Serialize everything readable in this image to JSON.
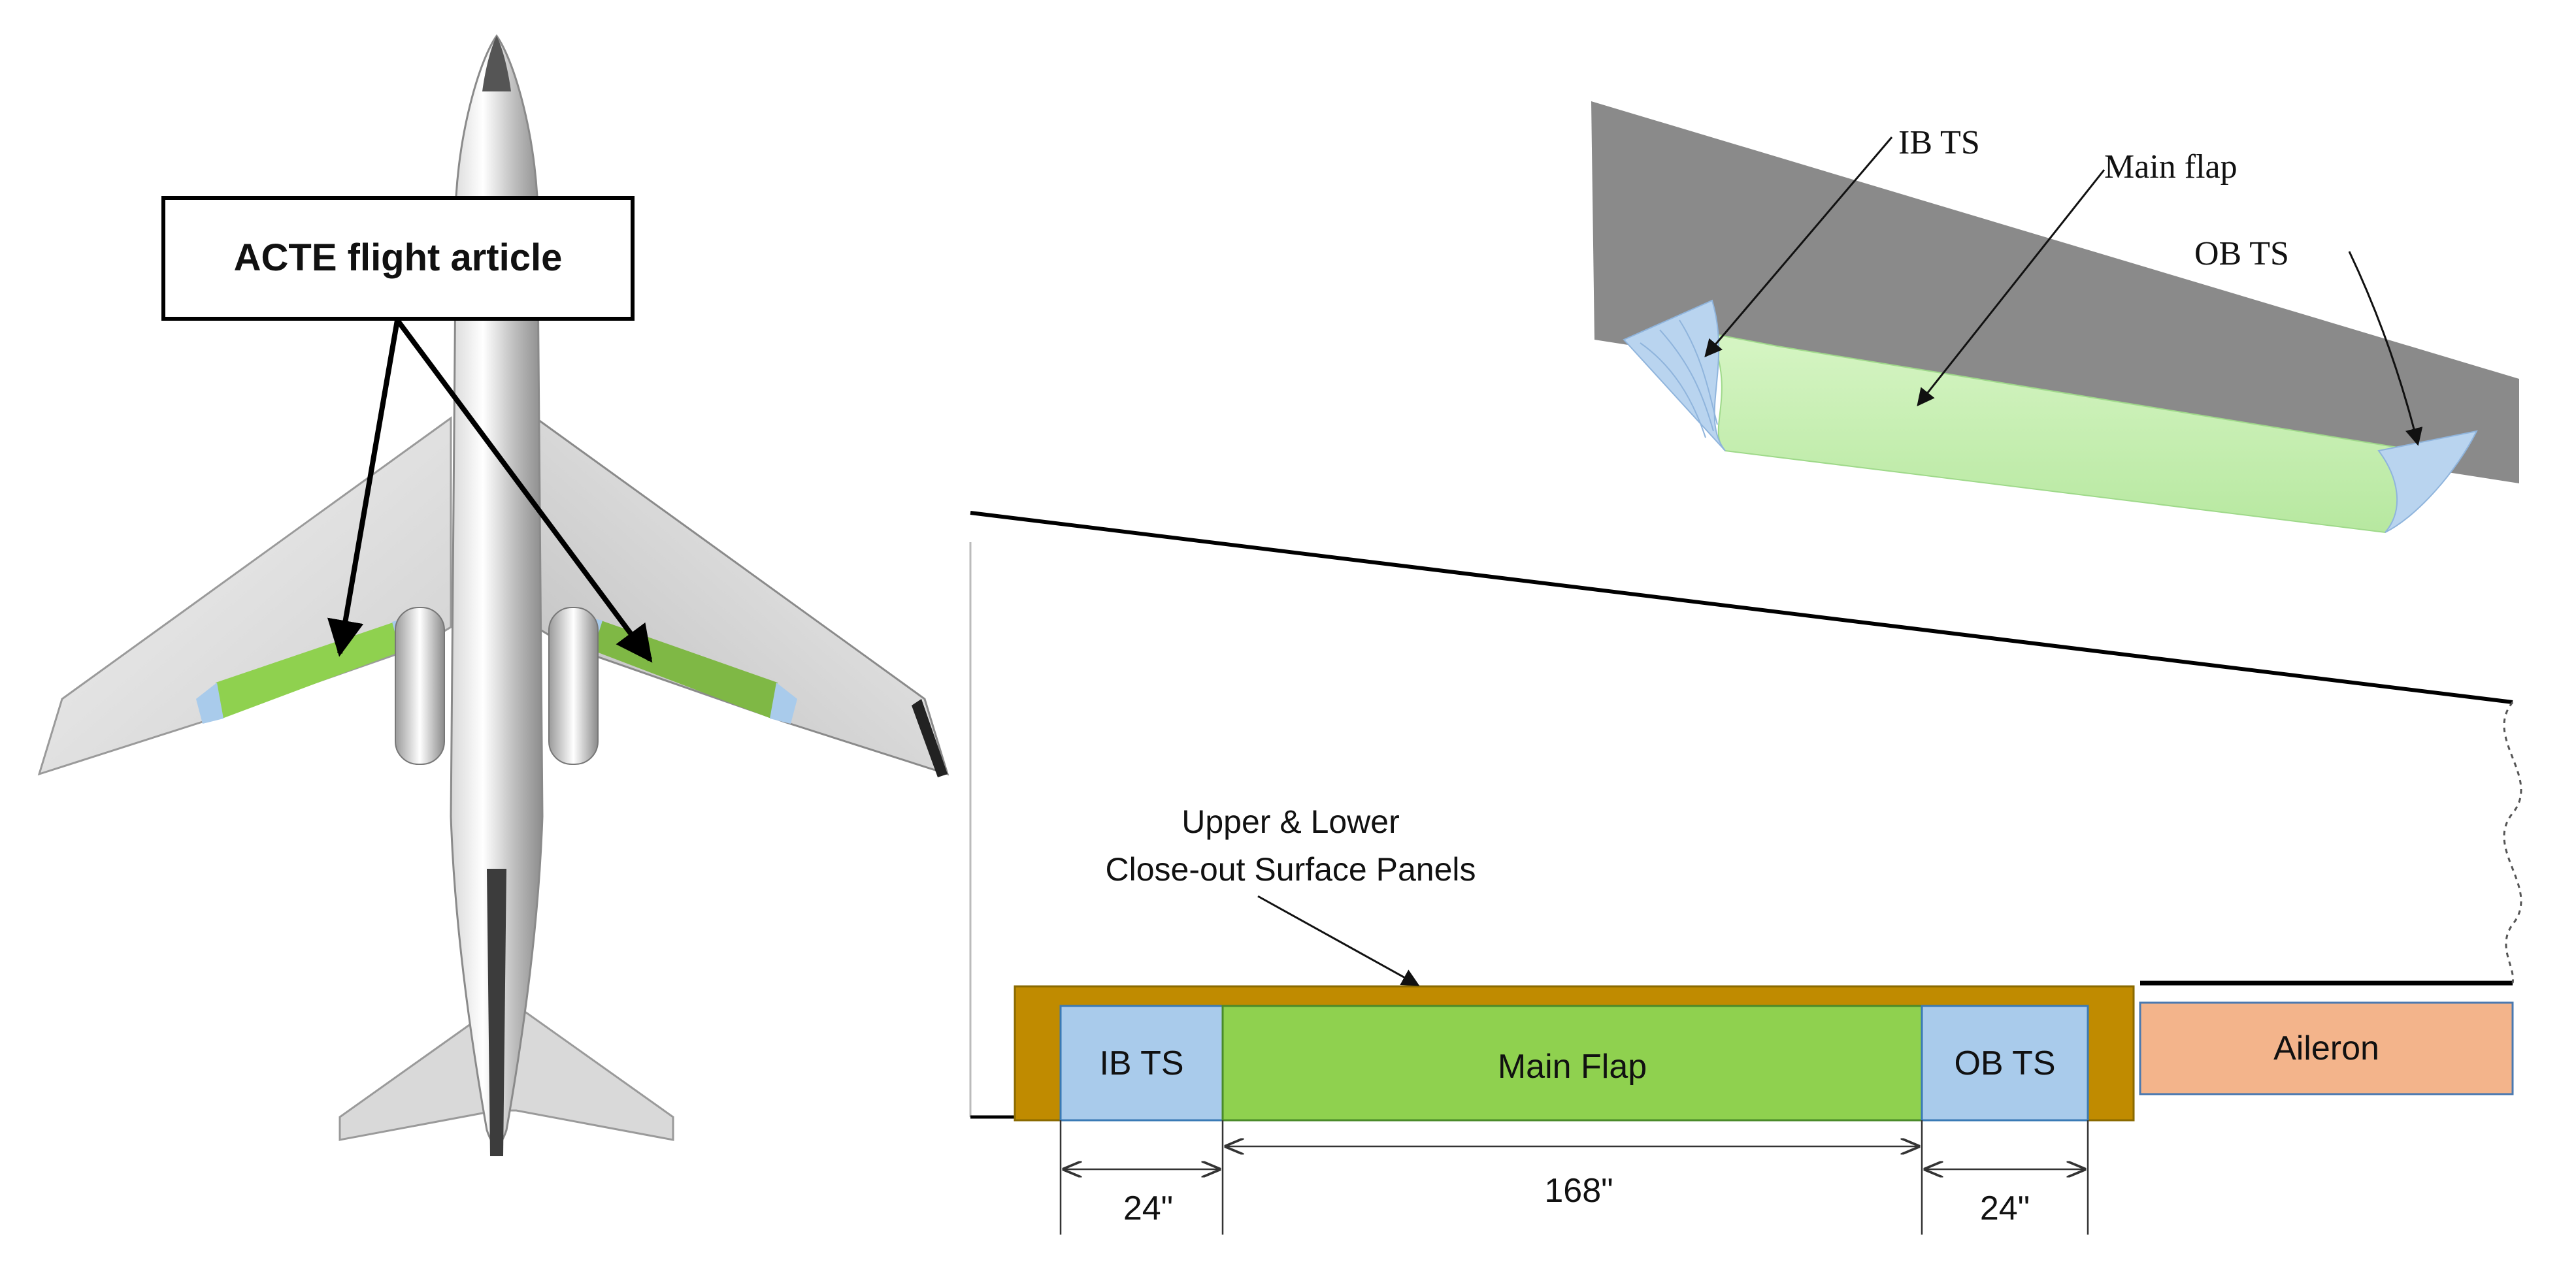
{
  "aircraft_callout": {
    "label": "ACTE flight article"
  },
  "wing_3d_view": {
    "labels": {
      "ib_ts": "IB TS",
      "main_flap": "Main flap",
      "ob_ts": "OB TS"
    },
    "colors": {
      "wing": "#8a8a8a",
      "flap": "#c6efb0",
      "transition": "#b9d4ef"
    }
  },
  "planform_diagram": {
    "closeout_label_line1": "Upper & Lower",
    "closeout_label_line2": "Close-out Surface Panels",
    "segments": {
      "ib_ts": "IB TS",
      "main_flap": "Main Flap",
      "ob_ts": "OB TS",
      "aileron": "Aileron"
    },
    "dimensions": {
      "ib_ts": "24\"",
      "main_flap": "168\"",
      "ob_ts": "24\""
    },
    "colors": {
      "closeout": "#c08b00",
      "ts": "#a9cbeb",
      "flap": "#8fd14f",
      "aileron": "#f3b48b"
    }
  }
}
